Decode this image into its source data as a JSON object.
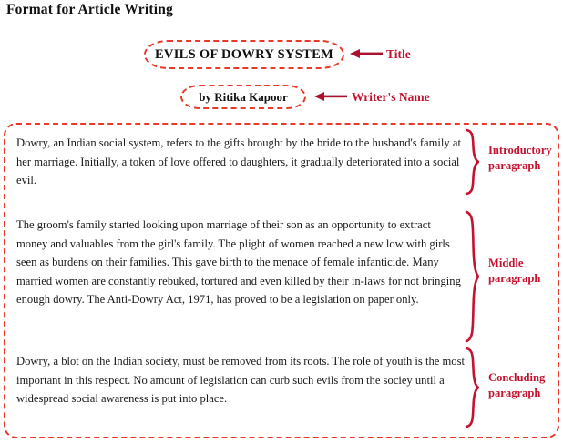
{
  "page": {
    "heading": "Format for Article Writing"
  },
  "colors": {
    "dashed_border": "#e8392b",
    "label_red": "#c4122f",
    "text_black": "#1a1a1a"
  },
  "title_section": {
    "title": "EVILS OF DOWRY SYSTEM",
    "callout_label": "Title",
    "arrow_icon": "left-arrow-icon"
  },
  "author_section": {
    "author": "by Ritika Kapoor",
    "callout_label": "Writer's Name",
    "arrow_icon": "left-arrow-icon"
  },
  "body": {
    "paragraphs": [
      {
        "id": "introductory",
        "text": "Dowry, an Indian social system, refers to the gifts brought by the bride to the husband's family at her marriage. Initially, a token of love offered to daughters, it gradually deteriorated into a social evil.",
        "label_line1": "Introductory",
        "label_line2": "paragraph",
        "brace_icon": "curly-brace-icon"
      },
      {
        "id": "middle",
        "text": "The groom's family started looking upon marriage of their son as an opportunity to extract money and valuables from the girl's family. The plight of women reached a new low with girls seen as burdens on their families. This gave birth to the menace of female infanticide. Many married women are constantly rebuked, tortured and even killed by their in-laws for not bringing enough dowry. The Anti-Dowry Act, 1971, has proved to be a legislation on paper only.",
        "label_line1": "Middle",
        "label_line2": "paragraph",
        "brace_icon": "curly-brace-icon"
      },
      {
        "id": "concluding",
        "text": "Dowry, a blot on the Indian society, must be removed from its roots. The role of youth is the most important in this respect. No amount of legislation can curb such evils from the sociey until a widespread social awareness is put into place.",
        "label_line1": "Concluding",
        "label_line2": "paragraph",
        "brace_icon": "curly-brace-icon"
      }
    ]
  }
}
